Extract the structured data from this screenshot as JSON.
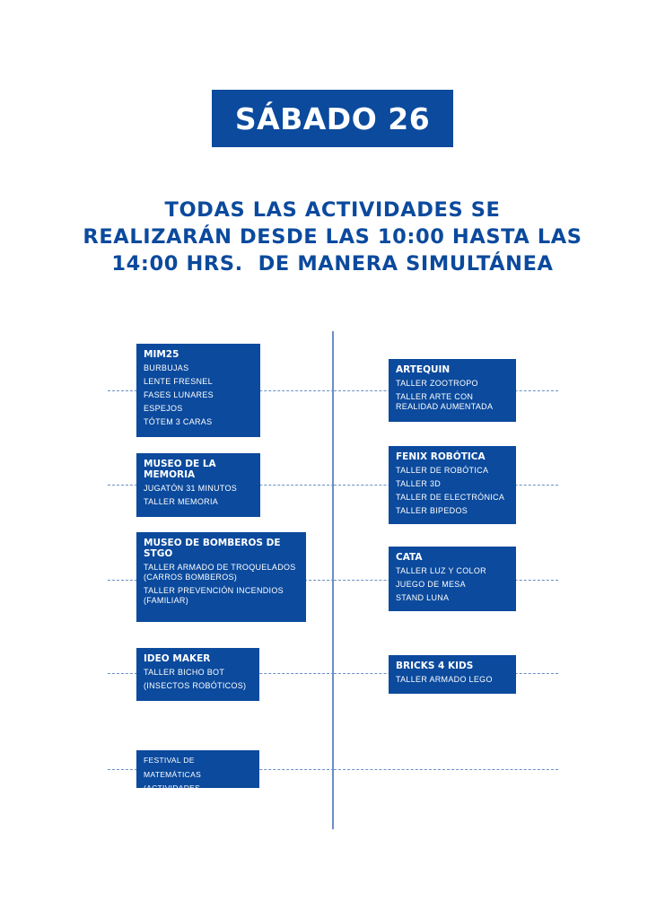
{
  "header": {
    "title": "SÁBADO 26",
    "subtitle_lines": [
      "TODAS LAS ACTIVIDADES SE",
      "REALIZARÁN DESDE LAS 10:00 HASTA LAS",
      "14:00 HRS.  DE MANERA SIMULTÁNEA"
    ]
  },
  "left": [
    {
      "name": "MIM25",
      "items": [
        "BURBUJAS",
        "LENTE FRESNEL",
        "FASES LUNARES",
        "ESPEJOS",
        "TÓTEM 3 CARAS"
      ]
    },
    {
      "name": "MUSEO DE LA MEMORIA",
      "items": [
        "JUGATÓN 31 MINUTOS",
        "TALLER MEMORIA"
      ]
    },
    {
      "name": "MUSEO DE BOMBEROS DE STGO",
      "items": [
        "TALLER ARMADO DE TROQUELADOS (CARROS BOMBEROS)",
        "TALLER PREVENCIÓN INCENDIOS (FAMILIAR)"
      ]
    },
    {
      "name": "IDEO MAKER",
      "items": [
        "TALLER BICHO BOT",
        "(INSECTOS ROBÓTICOS)"
      ]
    },
    {
      "name": "",
      "items": [
        "FESTIVAL DE MATEMÁTICAS",
        "(ACTIVIDADES DIDÁCTICAS)"
      ]
    }
  ],
  "right": [
    {
      "name": "ARTEQUIN",
      "items": [
        "TALLER ZOOTROPO",
        "TALLER ARTE CON REALIDAD AUMENTADA"
      ]
    },
    {
      "name": "FENIX ROBÓTICA",
      "items": [
        "TALLER DE ROBÓTICA",
        "TALLER 3D",
        "TALLER DE ELECTRÓNICA",
        "TALLER BIPEDOS"
      ]
    },
    {
      "name": "CATA",
      "items": [
        "TALLER LUZ Y COLOR",
        "JUEGO DE MESA",
        "STAND LUNA"
      ]
    },
    {
      "name": "BRICKS 4 KIDS",
      "items": [
        "TALLER ARMADO LEGO"
      ]
    }
  ]
}
